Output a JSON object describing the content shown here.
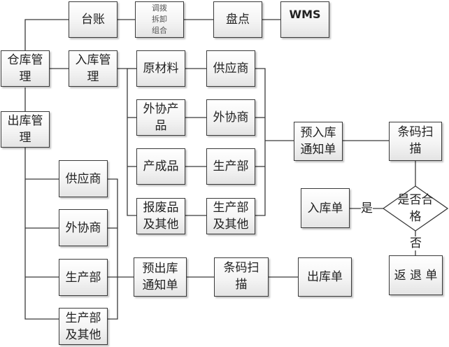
{
  "diagram": {
    "top_row": {
      "ledger": "台账",
      "transfer": "调拨\n拆卸\n组合",
      "inventory_count": "盘点",
      "wms": "WMS"
    },
    "warehouse_mgmt": "仓库管\n理",
    "inbound": {
      "title": "入库管\n理",
      "items": [
        {
          "material": "原材料",
          "source": "供应商"
        },
        {
          "material": "外协产\n品",
          "source": "外协商"
        },
        {
          "material": "产成品",
          "source": "生产部"
        },
        {
          "material": "报废品\n及其他",
          "source": "生产部\n及其他"
        }
      ],
      "notice": "预入库\n通知单",
      "scan": "条码扫\n描",
      "decision": "是否合\n格",
      "yes_label": "是",
      "no_label": "否",
      "receipt": "入库单",
      "return_doc": "返 退 单"
    },
    "outbound": {
      "title": "出库管\n理",
      "items": [
        "供应商",
        "外协商",
        "生产部",
        "生产部\n及其他"
      ],
      "notice": "预出库\n通知单",
      "scan": "条码扫\n描",
      "receipt": "出库单"
    }
  }
}
